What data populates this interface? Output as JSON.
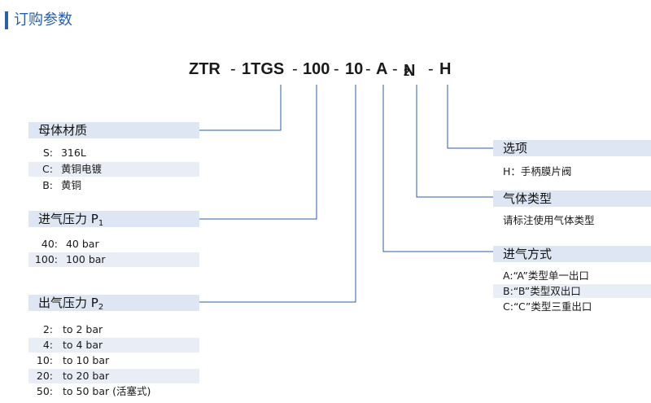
{
  "header": {
    "title": "订购参数"
  },
  "code": {
    "parts": [
      "ZTR",
      "-",
      "1TGS",
      "-",
      "100",
      "-",
      "10",
      "-",
      "A",
      "-",
      "N",
      "2",
      "-",
      "H"
    ]
  },
  "left": {
    "body_material": {
      "title": "母体材质",
      "rows": [
        {
          "key": "S:",
          "value": "316L"
        },
        {
          "key": "C:",
          "value": "黄铜电镀"
        },
        {
          "key": "B:",
          "value": "黄铜"
        }
      ]
    },
    "inlet_pressure": {
      "title": "进气压力 P",
      "sub": "1",
      "rows": [
        {
          "key": "40:",
          "value": "40 bar"
        },
        {
          "key": "100:",
          "value": "100 bar"
        }
      ]
    },
    "outlet_pressure": {
      "title": "出气压力 P",
      "sub": "2",
      "rows": [
        {
          "key": "2:",
          "value": "to 2 bar"
        },
        {
          "key": "4:",
          "value": "to 4 bar"
        },
        {
          "key": "10:",
          "value": "to 10 bar"
        },
        {
          "key": "20:",
          "value": "to 20 bar"
        },
        {
          "key": "50:",
          "value": "to 50 bar (活塞式)"
        }
      ]
    }
  },
  "right": {
    "option": {
      "title": "选项",
      "rows": [
        "H：手柄膜片阀"
      ]
    },
    "gas_type": {
      "title": "气体类型",
      "rows": [
        "请标注使用气体类型"
      ]
    },
    "inlet_mode": {
      "title": "进气方式",
      "rows": [
        "A:“A”类型单一出口",
        "B:“B”类型双出口",
        "C:“C”类型三重出口"
      ]
    }
  },
  "colors": {
    "accent": "#2b5fa8",
    "band": "#dde6f2",
    "line": "#2b5fa8"
  }
}
